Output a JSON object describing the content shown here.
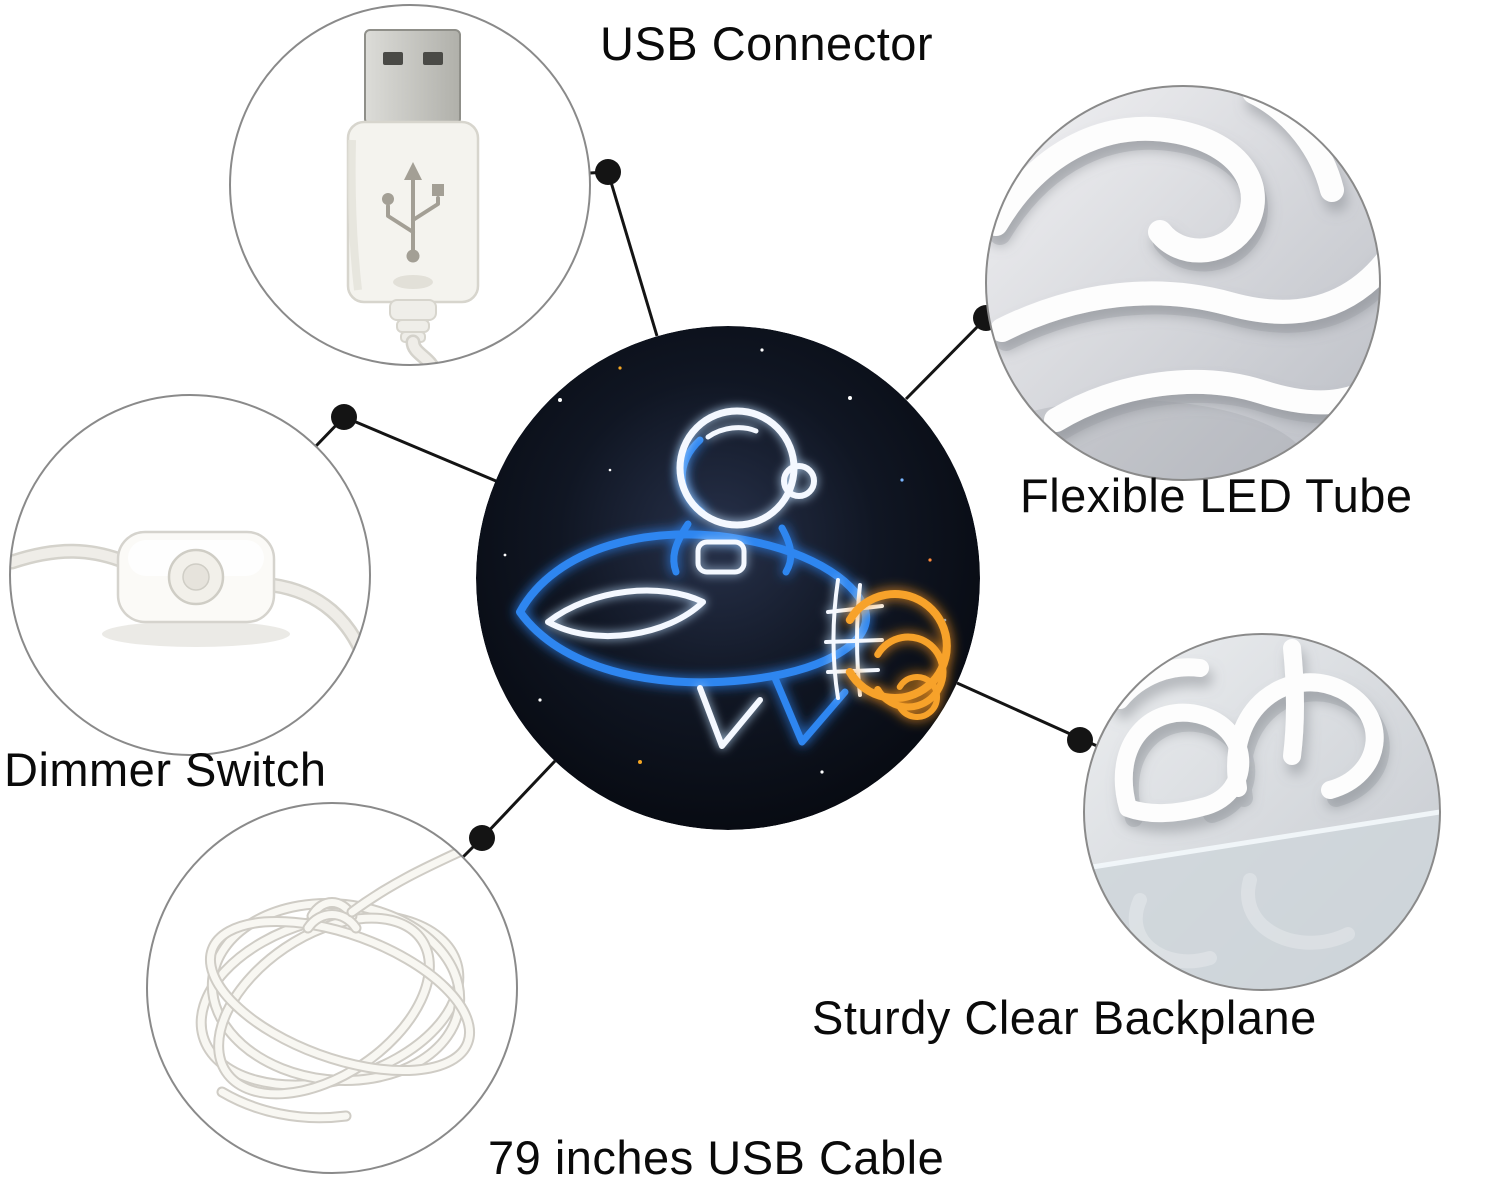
{
  "page": {
    "background": "#ffffff"
  },
  "callouts": {
    "usb_connector": {
      "label": "USB Connector"
    },
    "flexible_led_tube": {
      "label": "Flexible LED Tube"
    },
    "dimmer_switch": {
      "label": "Dimmer Switch"
    },
    "sturdy_clear_backplane": {
      "label": "Sturdy Clear Backplane"
    },
    "usb_cable": {
      "label": "79 inches USB Cable"
    }
  },
  "icons": {
    "usb_plug": "usb-plug-illustration",
    "led_tube": "flexible-led-tube-photo",
    "dimmer": "dimmer-switch-illustration",
    "backplane": "clear-backplane-photo",
    "cable": "coiled-usb-cable-illustration",
    "neon_sign": "astronaut-rocket-neon-sign"
  },
  "colors": {
    "neon_blue": "#2f86f0",
    "neon_white": "#f4f8ff",
    "neon_orange": "#f7a22b",
    "circle_outline": "#8a8a8a",
    "callout_line": "#141414",
    "label_text": "#0a0a0a"
  }
}
